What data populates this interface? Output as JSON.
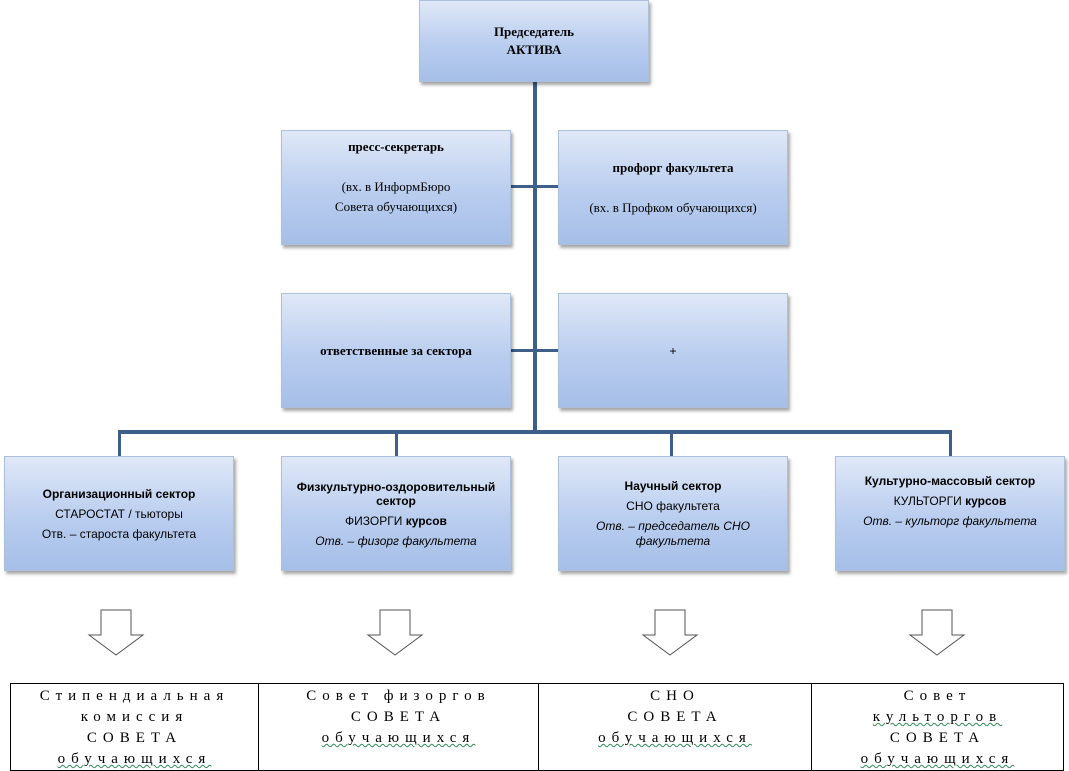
{
  "chairman": {
    "line1": "Председатель",
    "line2": "АКТИВА"
  },
  "press_secretary": {
    "title": "пресс-секретарь",
    "line1": "(вх. в ИнформБюро",
    "line2": "Совета обучающихся)"
  },
  "proforg": {
    "title": "профорг факультета",
    "note": "(вх. в Профком обучающихся)"
  },
  "sector_leads": {
    "title": "ответственные за сектора"
  },
  "plus_box": {
    "text": "+"
  },
  "sectors": [
    {
      "title": "Организационный сектор",
      "line2": "СТАРОСТАТ / тьюторы",
      "line3": "Отв. – староста факультета"
    },
    {
      "title": "Физкультурно-оздоровительный сектор",
      "line2a": "ФИЗОРГИ ",
      "line2b": "курсов",
      "line3": "Отв. – физорг факультета"
    },
    {
      "title": "Научный сектор",
      "line2": "СНО факультета",
      "line3": "Отв. – председатель СНО факультета"
    },
    {
      "title": "Культурно-массовый сектор",
      "line2a": "КУЛЬТОРГИ ",
      "line2b": "курсов",
      "line3": "Отв. – культорг факультета"
    }
  ],
  "councils": [
    {
      "l1": "Стипендиальная",
      "l2": "комиссия",
      "l3": "СОВЕТА",
      "l4": "обучающихся"
    },
    {
      "l1": "Совет физоргов",
      "l2": "СОВЕТА",
      "l3": "обучающихся"
    },
    {
      "l1": "СНО",
      "l2": "СОВЕТА",
      "l3": "обучающихся"
    },
    {
      "l1": "Совет",
      "l2": "культоргов",
      "l3": "СОВЕТА",
      "l4": "обучающихся"
    }
  ]
}
